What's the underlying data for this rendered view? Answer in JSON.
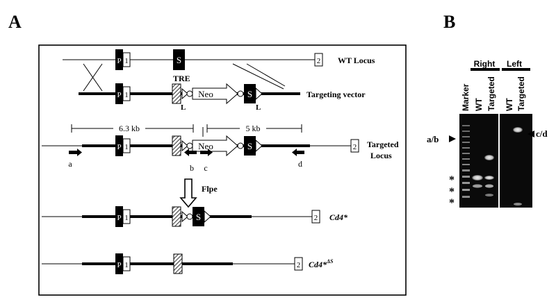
{
  "panels": {
    "a_label": "A",
    "b_label": "B"
  },
  "diagram": {
    "wt_locus": "WT Locus",
    "targeting_vector": "Targeting vector",
    "targeted_locus_line1": "Targeted",
    "targeted_locus_line2": "Locus",
    "cd4_star": "Cd4*",
    "cd4_star_ds": "Cd4*",
    "cd4_star_ds_sup": "ΔS",
    "tre": "TRE",
    "neo": "Neo",
    "flpe": "Flpe",
    "dist_left": "6.3 kb",
    "dist_right": "5 kb",
    "box_p": "P",
    "box_1": "1",
    "box_s": "S",
    "box_2": "2",
    "loxp": "L",
    "primer_a": "a",
    "primer_b": "b",
    "primer_c": "c",
    "primer_d": "d"
  },
  "gel": {
    "group_right": "Right",
    "group_left": "Left",
    "lane_marker": "Marker",
    "lane_wt": "WT",
    "lane_targeted": "Targeted",
    "band_ab": "a/b",
    "band_cd": "c/d",
    "star": "*"
  },
  "colors": {
    "black": "#000000",
    "gel_bg": "#0a0a0a",
    "band": "#d8d8d8"
  }
}
